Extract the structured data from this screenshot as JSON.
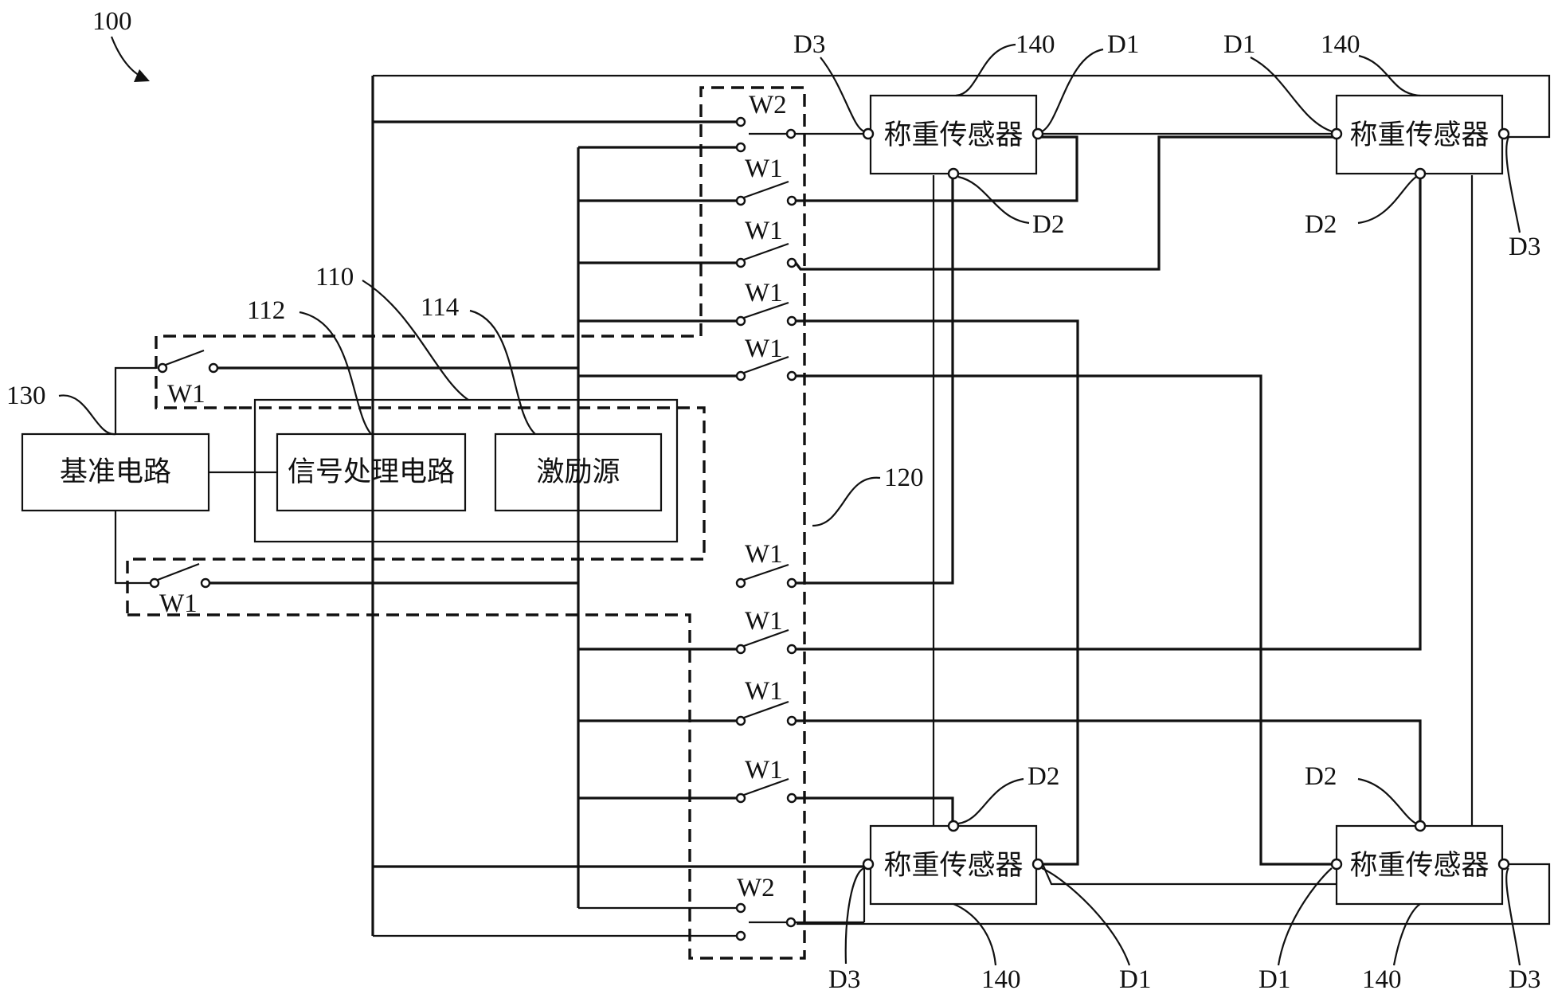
{
  "figure_label": "100",
  "blocks": {
    "reference_circuit": "基准电路",
    "signal_processing": "信号处理电路",
    "excitation_source": "激励源",
    "sensor": "称重传感器"
  },
  "ref_numbers": {
    "reference_circuit": "130",
    "module": "110",
    "signal_processing": "112",
    "excitation_source": "114",
    "switch_array": "120",
    "sensor": "140"
  },
  "terminals": {
    "d1": "D1",
    "d2": "D2",
    "d3": "D3"
  },
  "switches": {
    "w1": "W1",
    "w2": "W2"
  }
}
